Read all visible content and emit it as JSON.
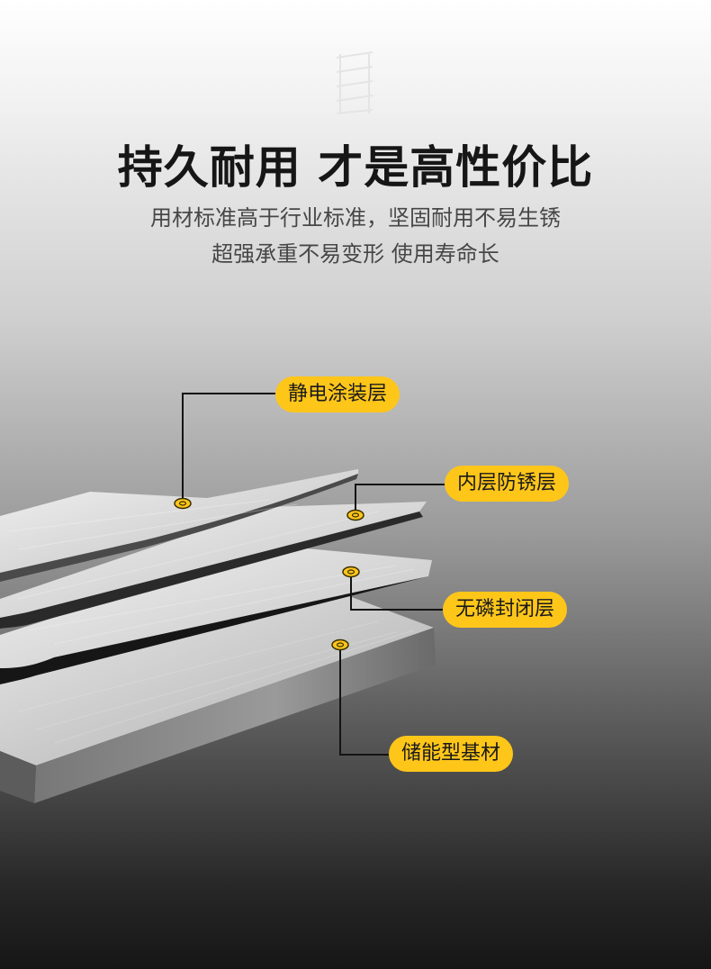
{
  "header": {
    "icon": "shelf-rack-icon",
    "title": "持久耐用 才是高性价比",
    "subtitle_line1": "用材标准高于行业标准，坚固耐用不易生锈",
    "subtitle_line2": "超强承重不易变形 使用寿命长"
  },
  "layers": [
    {
      "label": "静电涂装层"
    },
    {
      "label": "内层防锈层"
    },
    {
      "label": "无磷封闭层"
    },
    {
      "label": "储能型基材"
    }
  ],
  "colors": {
    "accent": "#ffc61a",
    "title": "#161616",
    "subtitle": "#474747",
    "callout_line": "#141414"
  }
}
